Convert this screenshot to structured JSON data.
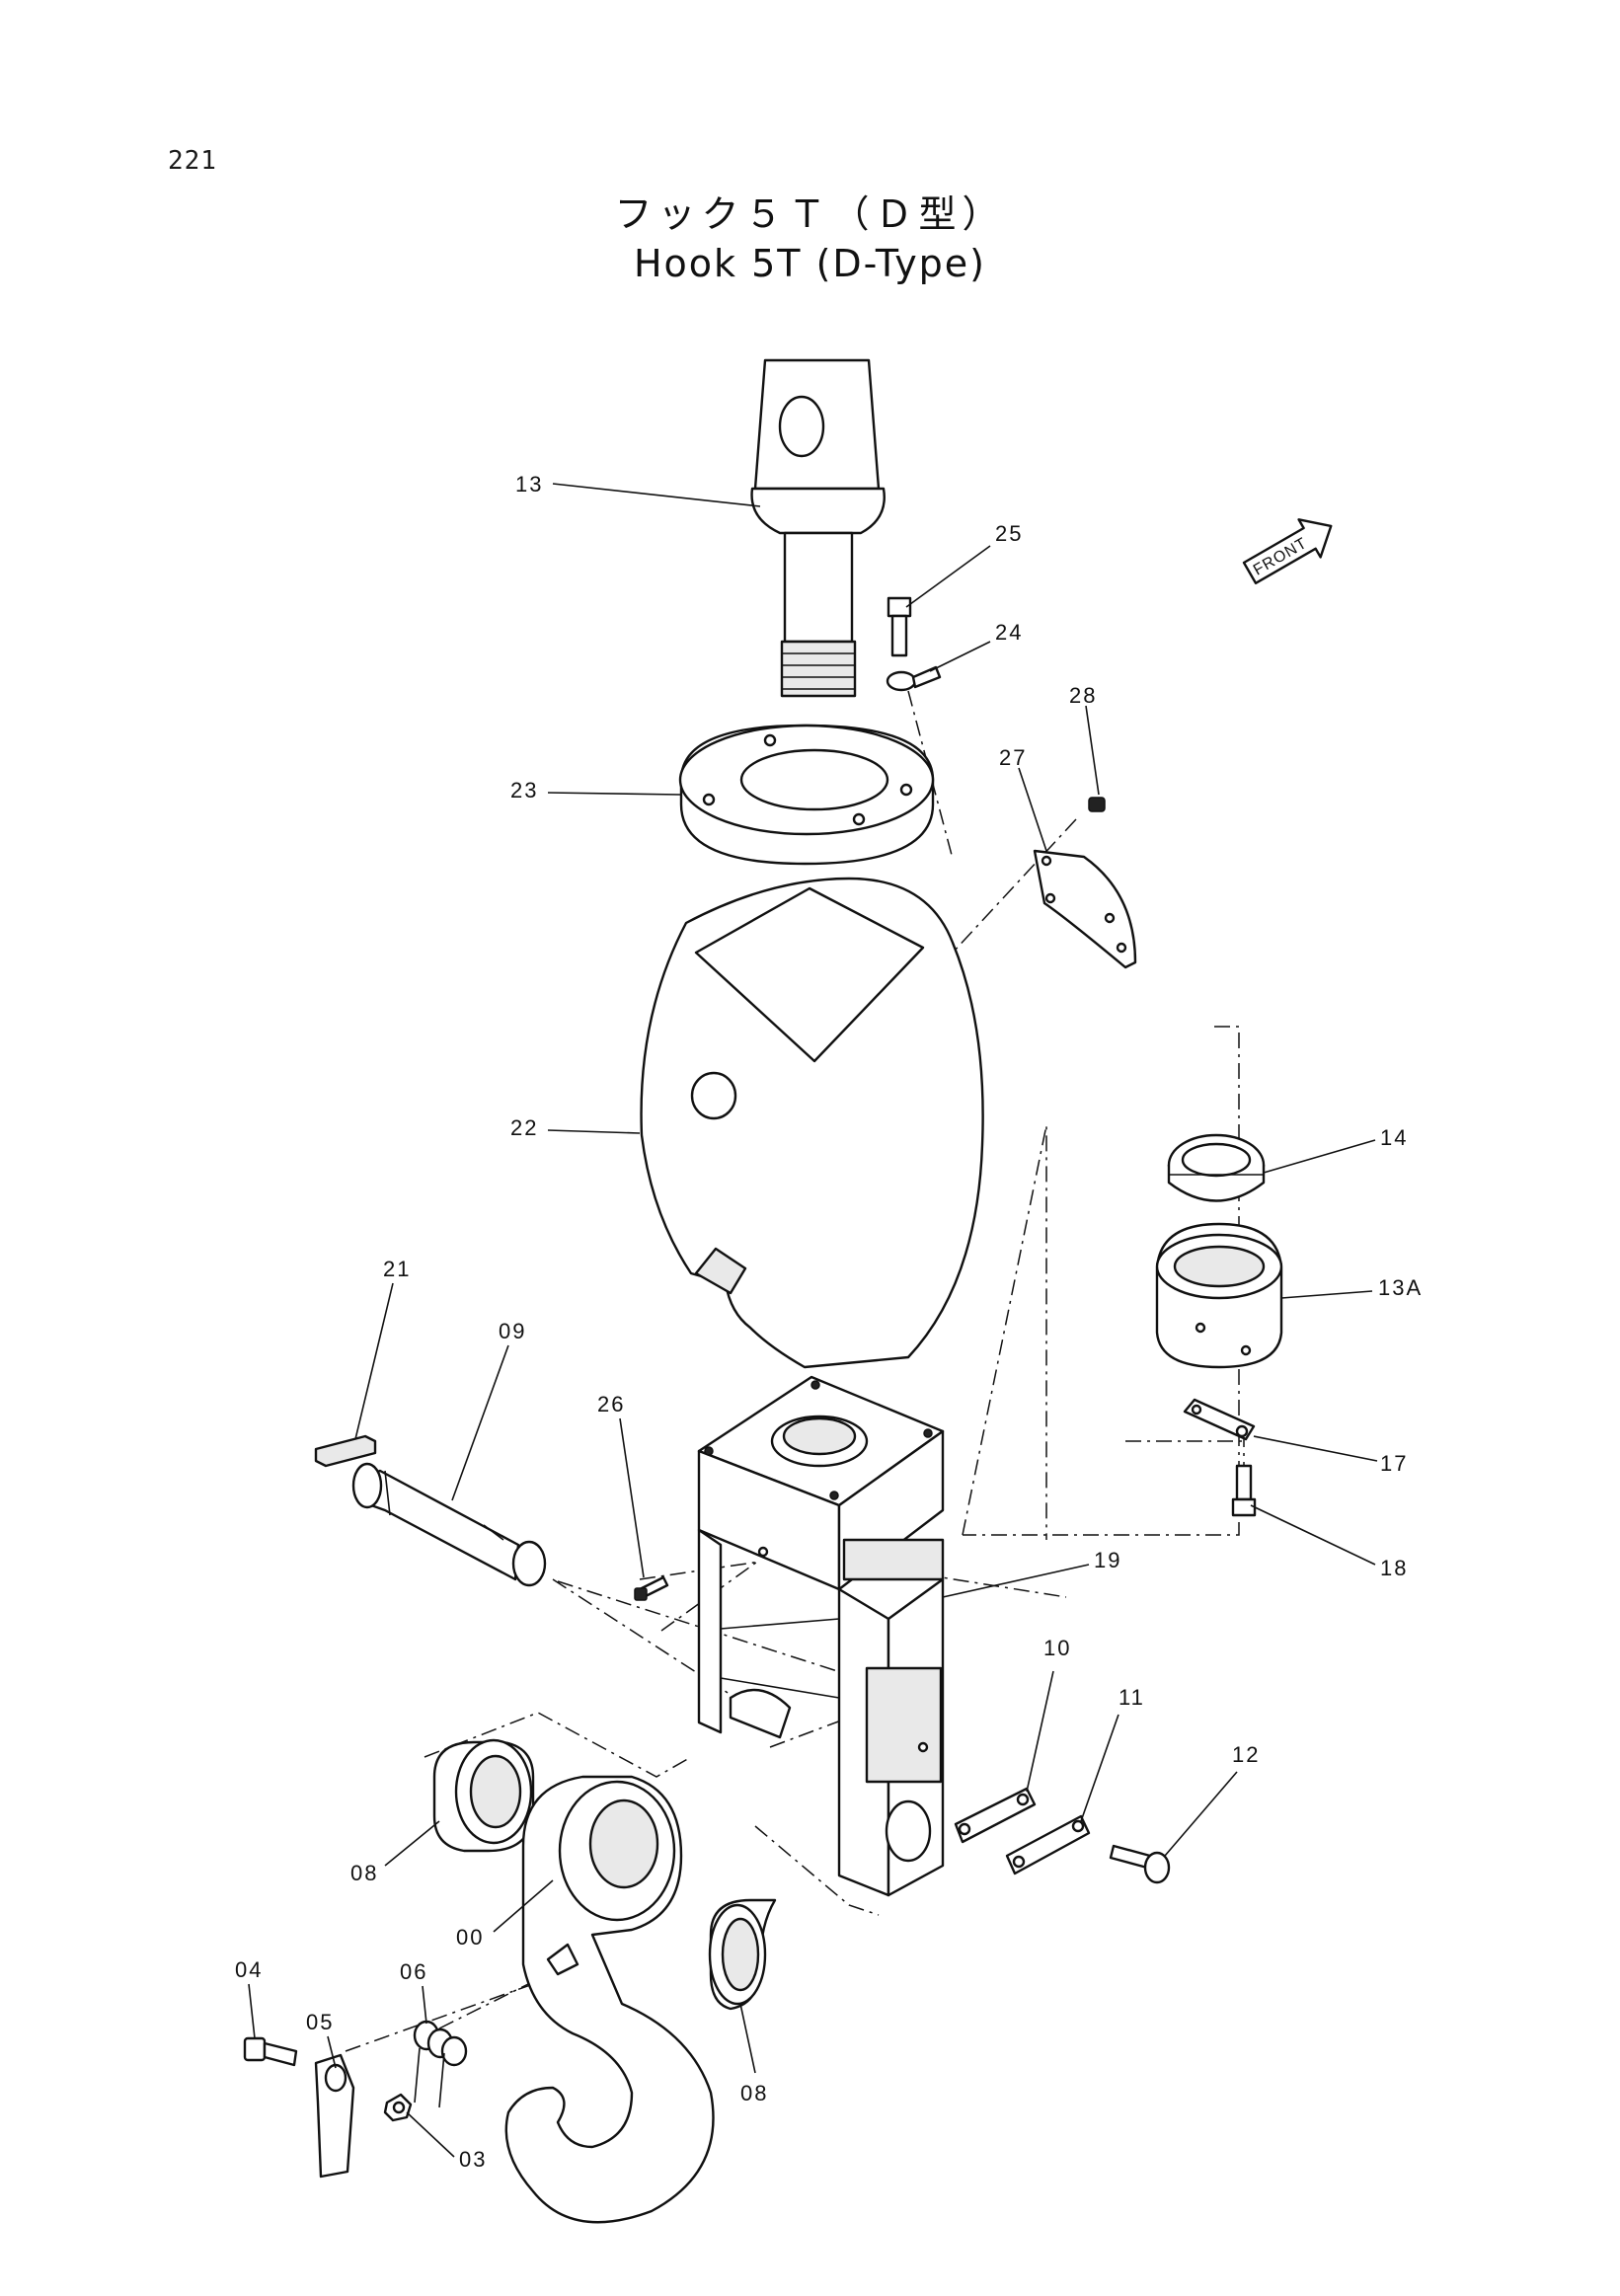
{
  "page_number": "221",
  "title_jp": "フック５Ｔ（Ｄ型）",
  "title_en": "Hook 5T (D-Type)",
  "front_label": "FRONT",
  "labels": {
    "p13": "13",
    "p25": "25",
    "p24": "24",
    "p28": "28",
    "p27": "27",
    "p23": "23",
    "p22": "22",
    "p14": "14",
    "p13a": "13A",
    "p21": "21",
    "p09": "09",
    "p26": "26",
    "p17": "17",
    "p18": "18",
    "p19": "19",
    "p10": "10",
    "p11": "11",
    "p12": "12",
    "p08a": "08",
    "p00": "00",
    "p04": "04",
    "p06": "06",
    "p05": "05",
    "p03": "03",
    "p08b": "08"
  }
}
